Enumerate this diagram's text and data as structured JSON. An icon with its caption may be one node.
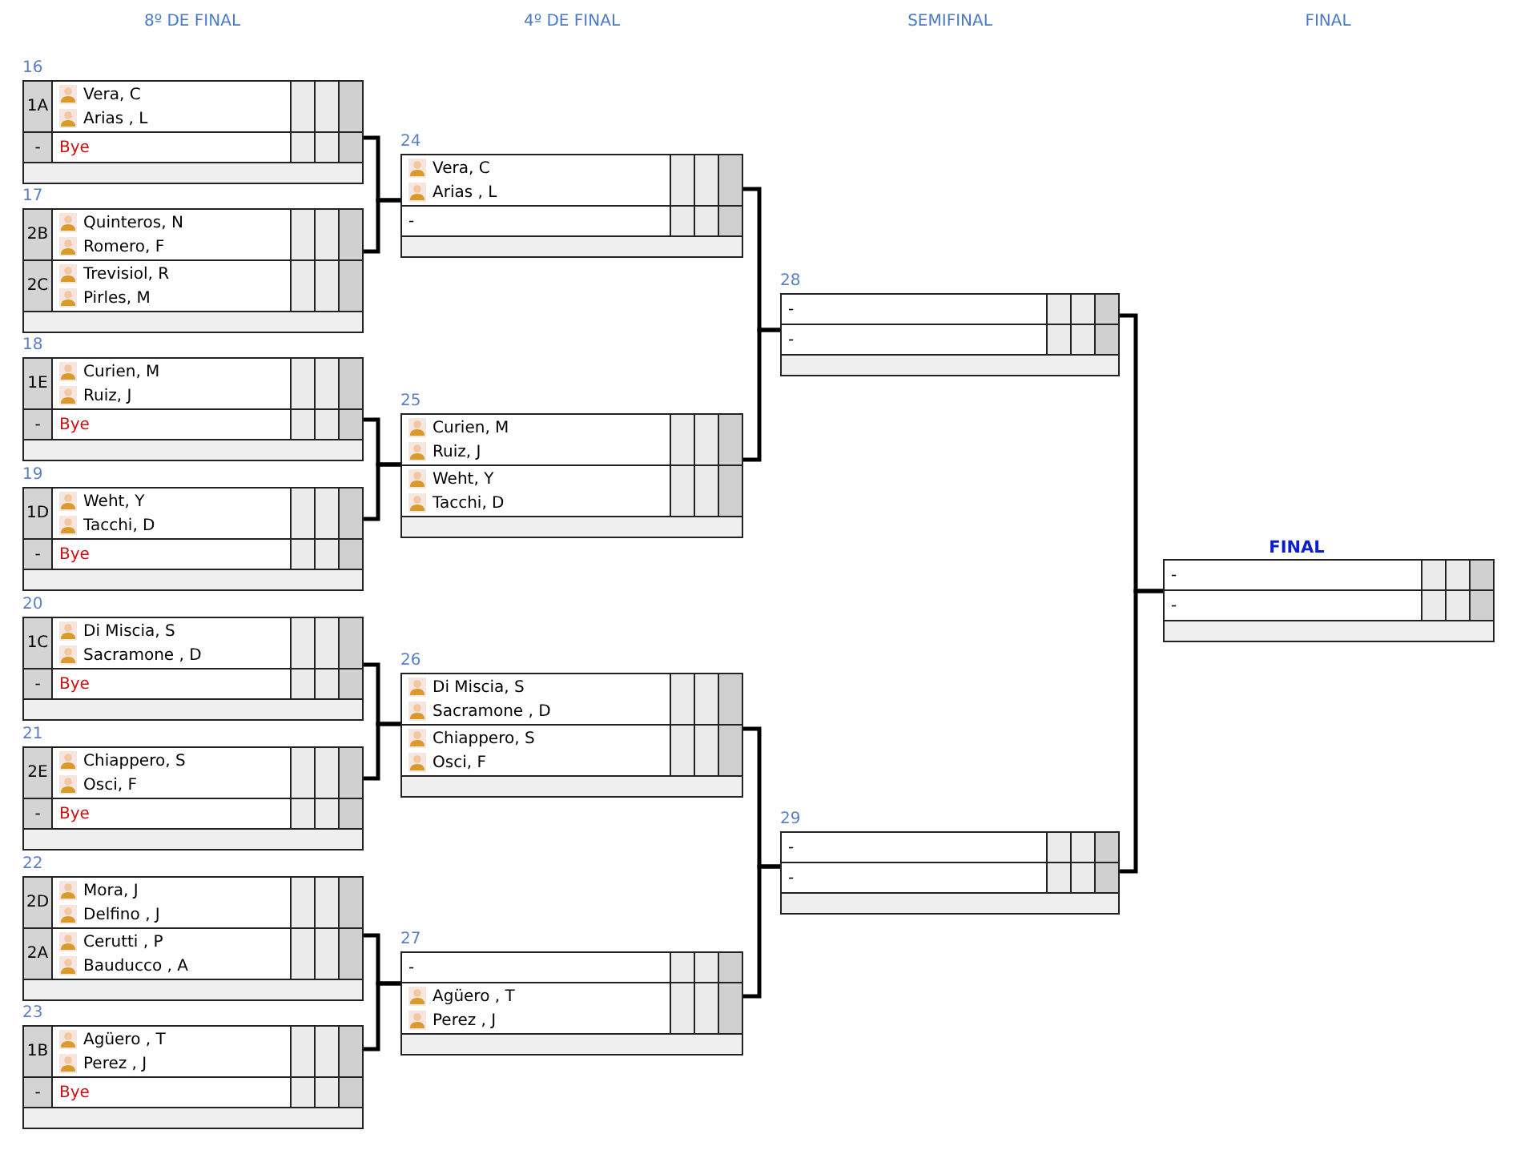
{
  "diagram": {
    "nodes": [
      {
        "text": [
          "16"
        ]
      },
      {
        "text": [
          "1A",
          "Vera, C",
          "Arias , L"
        ],
        "in": 0
      },
      {
        "text": [
          "-",
          "Bye"
        ],
        "in": 0
      },
      {
        "text": [
          "17"
        ]
      },
      {
        "text": [
          "2B",
          "Quinteros, N",
          "Romero, F"
        ],
        "in": 3
      },
      {
        "text": [
          "2C",
          "Trevisiol, R",
          "Pirles, M"
        ],
        "in": 3
      },
      {
        "text": [
          "18"
        ]
      },
      {
        "text": [
          "1E",
          "Curien, M",
          "Ruiz, J"
        ],
        "in": 6
      },
      {
        "text": [
          "-",
          "Bye"
        ],
        "in": 6
      },
      {
        "text": [
          "19"
        ]
      },
      {
        "text": [
          "1D",
          "Weht, Y",
          "Tacchi, D"
        ],
        "in": 9
      },
      {
        "text": [
          "-",
          "Bye"
        ],
        "in": 9
      },
      {
        "text": [
          "20"
        ]
      },
      {
        "text": [
          "1C",
          "Di Miscia, S",
          "Sacramone , D"
        ],
        "in": 12
      },
      {
        "text": [
          "-",
          "Bye"
        ],
        "in": 12
      },
      {
        "text": [
          "21"
        ]
      },
      {
        "text": [
          "2E",
          "Chiappero, S",
          "Osci, F"
        ],
        "in": 15
      },
      {
        "text": [
          "-",
          "Bye"
        ],
        "in": 15
      },
      {
        "text": [
          "22"
        ]
      },
      {
        "text": [
          "2D",
          "Mora, J",
          "Delfino , J"
        ],
        "in": 18
      },
      {
        "text": [
          "2A",
          "Cerutti , P",
          "Bauducco , A"
        ],
        "in": 18
      },
      {
        "text": [
          "23"
        ]
      },
      {
        "text": [
          "1B",
          "Agüero , T",
          "Perez , J"
        ],
        "in": 21
      },
      {
        "text": [
          "-",
          "Bye"
        ],
        "in": 21
      },
      {
        "text": [
          "24"
        ]
      },
      {
        "text": [
          "Vera, C",
          "Arias , L"
        ],
        "in": 24
      },
      {
        "text": [
          "-"
        ],
        "in": 24
      },
      {
        "text": [
          "25"
        ]
      },
      {
        "text": [
          "Curien, M",
          "Ruiz, J"
        ],
        "in": 27
      },
      {
        "text": [
          "Weht, Y",
          "Tacchi, D"
        ],
        "in": 27
      },
      {
        "text": [
          "26"
        ]
      },
      {
        "text": [
          "Di Miscia, S",
          "Sacramone , D"
        ],
        "in": 30
      },
      {
        "text": [
          "Chiappero, S",
          "Osci, F"
        ],
        "in": 30
      },
      {
        "text": [
          "27"
        ]
      },
      {
        "text": [
          "-"
        ],
        "in": 33
      },
      {
        "text": [
          "Agüero , T",
          "Perez , J"
        ],
        "in": 33
      },
      {
        "text": [
          "28"
        ]
      },
      {
        "text": [
          "-"
        ],
        "in": 36
      },
      {
        "text": [
          "-"
        ],
        "in": 36
      },
      {
        "text": [
          "29"
        ]
      },
      {
        "text": [
          "-"
        ],
        "in": 39
      },
      {
        "text": [
          "-"
        ],
        "in": 39
      },
      {
        "text": [
          "FINAL"
        ]
      },
      {
        "text": [
          "-"
        ],
        "in": 42
      },
      {
        "text": [
          "-"
        ],
        "in": 42
      }
    ],
    "edges": [
      {
        "from": 0,
        "to": 24,
        "arrow": "none"
      },
      {
        "from": 3,
        "to": 24,
        "arrow": "none"
      },
      {
        "from": 6,
        "to": 27,
        "arrow": "none"
      },
      {
        "from": 9,
        "to": 27,
        "arrow": "none"
      },
      {
        "from": 12,
        "to": 30,
        "arrow": "none"
      },
      {
        "from": 15,
        "to": 30,
        "arrow": "none"
      },
      {
        "from": 18,
        "to": 33,
        "arrow": "none"
      },
      {
        "from": 21,
        "to": 33,
        "arrow": "none"
      },
      {
        "from": 24,
        "to": 36,
        "arrow": "none"
      },
      {
        "from": 27,
        "to": 36,
        "arrow": "none"
      },
      {
        "from": 30,
        "to": 39,
        "arrow": "none"
      },
      {
        "from": 33,
        "to": 39,
        "arrow": "none"
      },
      {
        "from": 36,
        "to": 42,
        "arrow": "none"
      },
      {
        "from": 39,
        "to": 42,
        "arrow": "none"
      }
    ],
    "labels": [
      "8º DE FINAL",
      "4º DE FINAL",
      "SEMIFINAL",
      "FINAL"
    ]
  }
}
